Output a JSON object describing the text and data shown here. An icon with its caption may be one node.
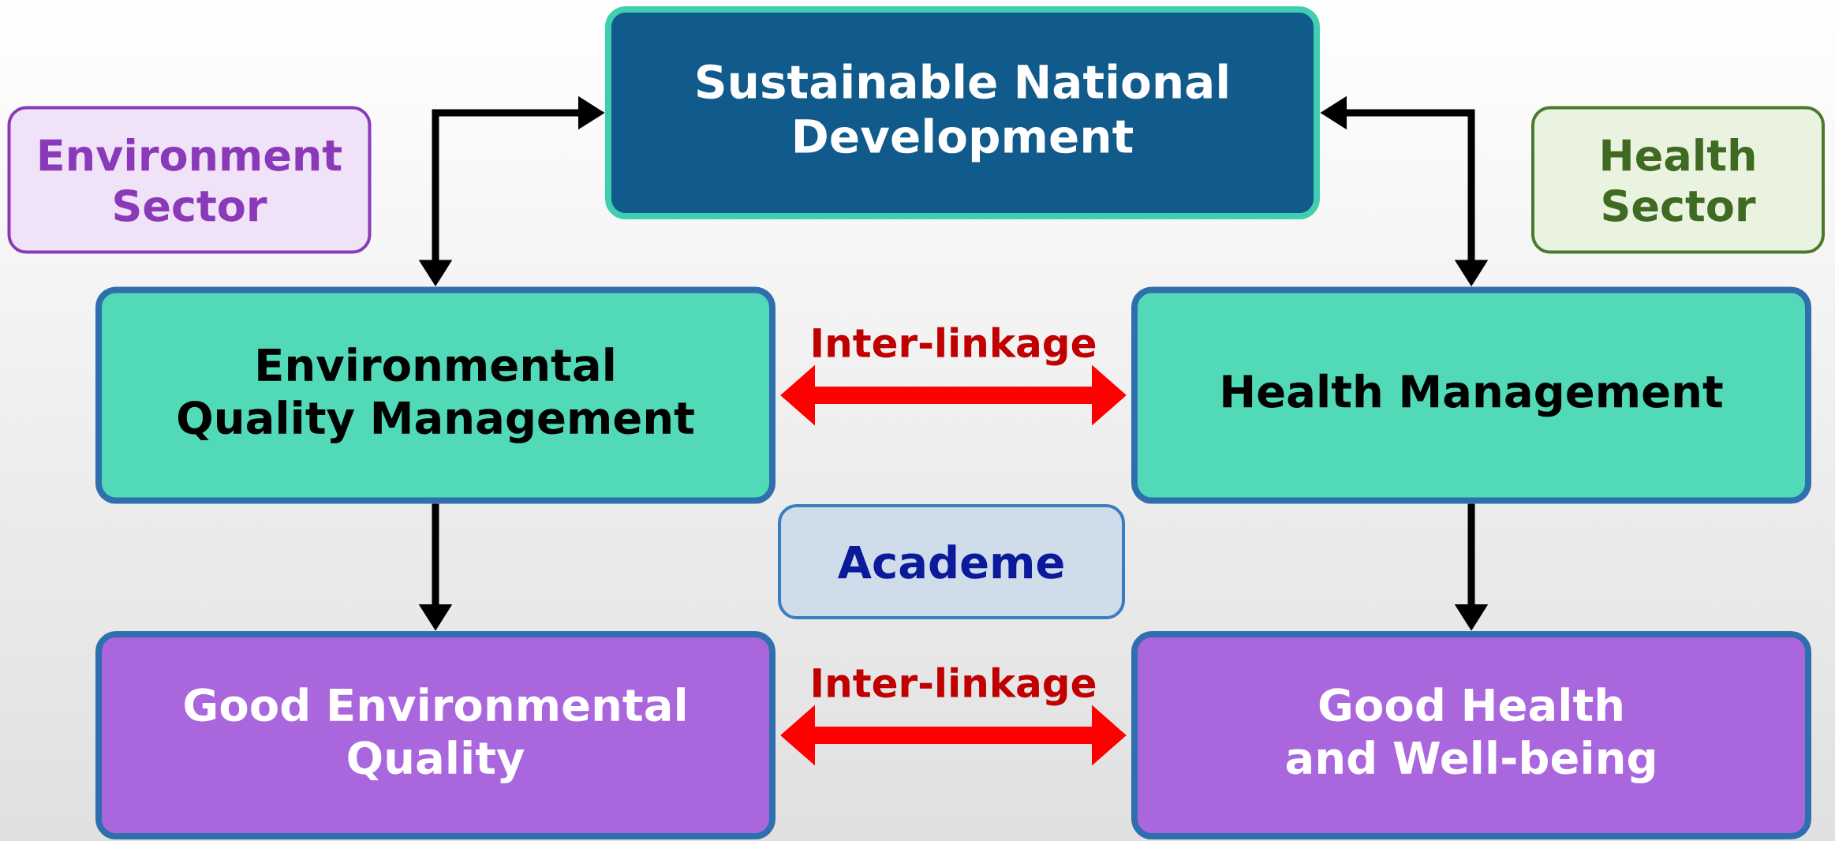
{
  "diagram": {
    "nodes": [
      {
        "text": [
          "Sustainable National Development"
        ]
      },
      {
        "text": [
          "Environment Sector"
        ]
      },
      {
        "text": [
          "Health Sector"
        ]
      },
      {
        "text": [
          "Environmental Quality Management"
        ]
      },
      {
        "text": [
          "Health Management"
        ]
      },
      {
        "text": [
          "Academe"
        ]
      },
      {
        "text": [
          "Good Environmental Quality"
        ]
      },
      {
        "text": [
          "Good Health and Well-being"
        ]
      }
    ],
    "edges": [
      {
        "from": 0,
        "to": 3,
        "arrow": "both"
      },
      {
        "from": 0,
        "to": 4,
        "arrow": "both"
      },
      {
        "from": 3,
        "to": 4,
        "arrow": "both",
        "label": "Inter-linkage",
        "style": "thick",
        "color": "#ff0000"
      },
      {
        "from": 3,
        "to": 6,
        "arrow": "to"
      },
      {
        "from": 4,
        "to": 7,
        "arrow": "to"
      },
      {
        "from": 6,
        "to": 7,
        "arrow": "both",
        "label": "Inter-linkage",
        "style": "thick",
        "color": "#ff0000"
      }
    ]
  }
}
